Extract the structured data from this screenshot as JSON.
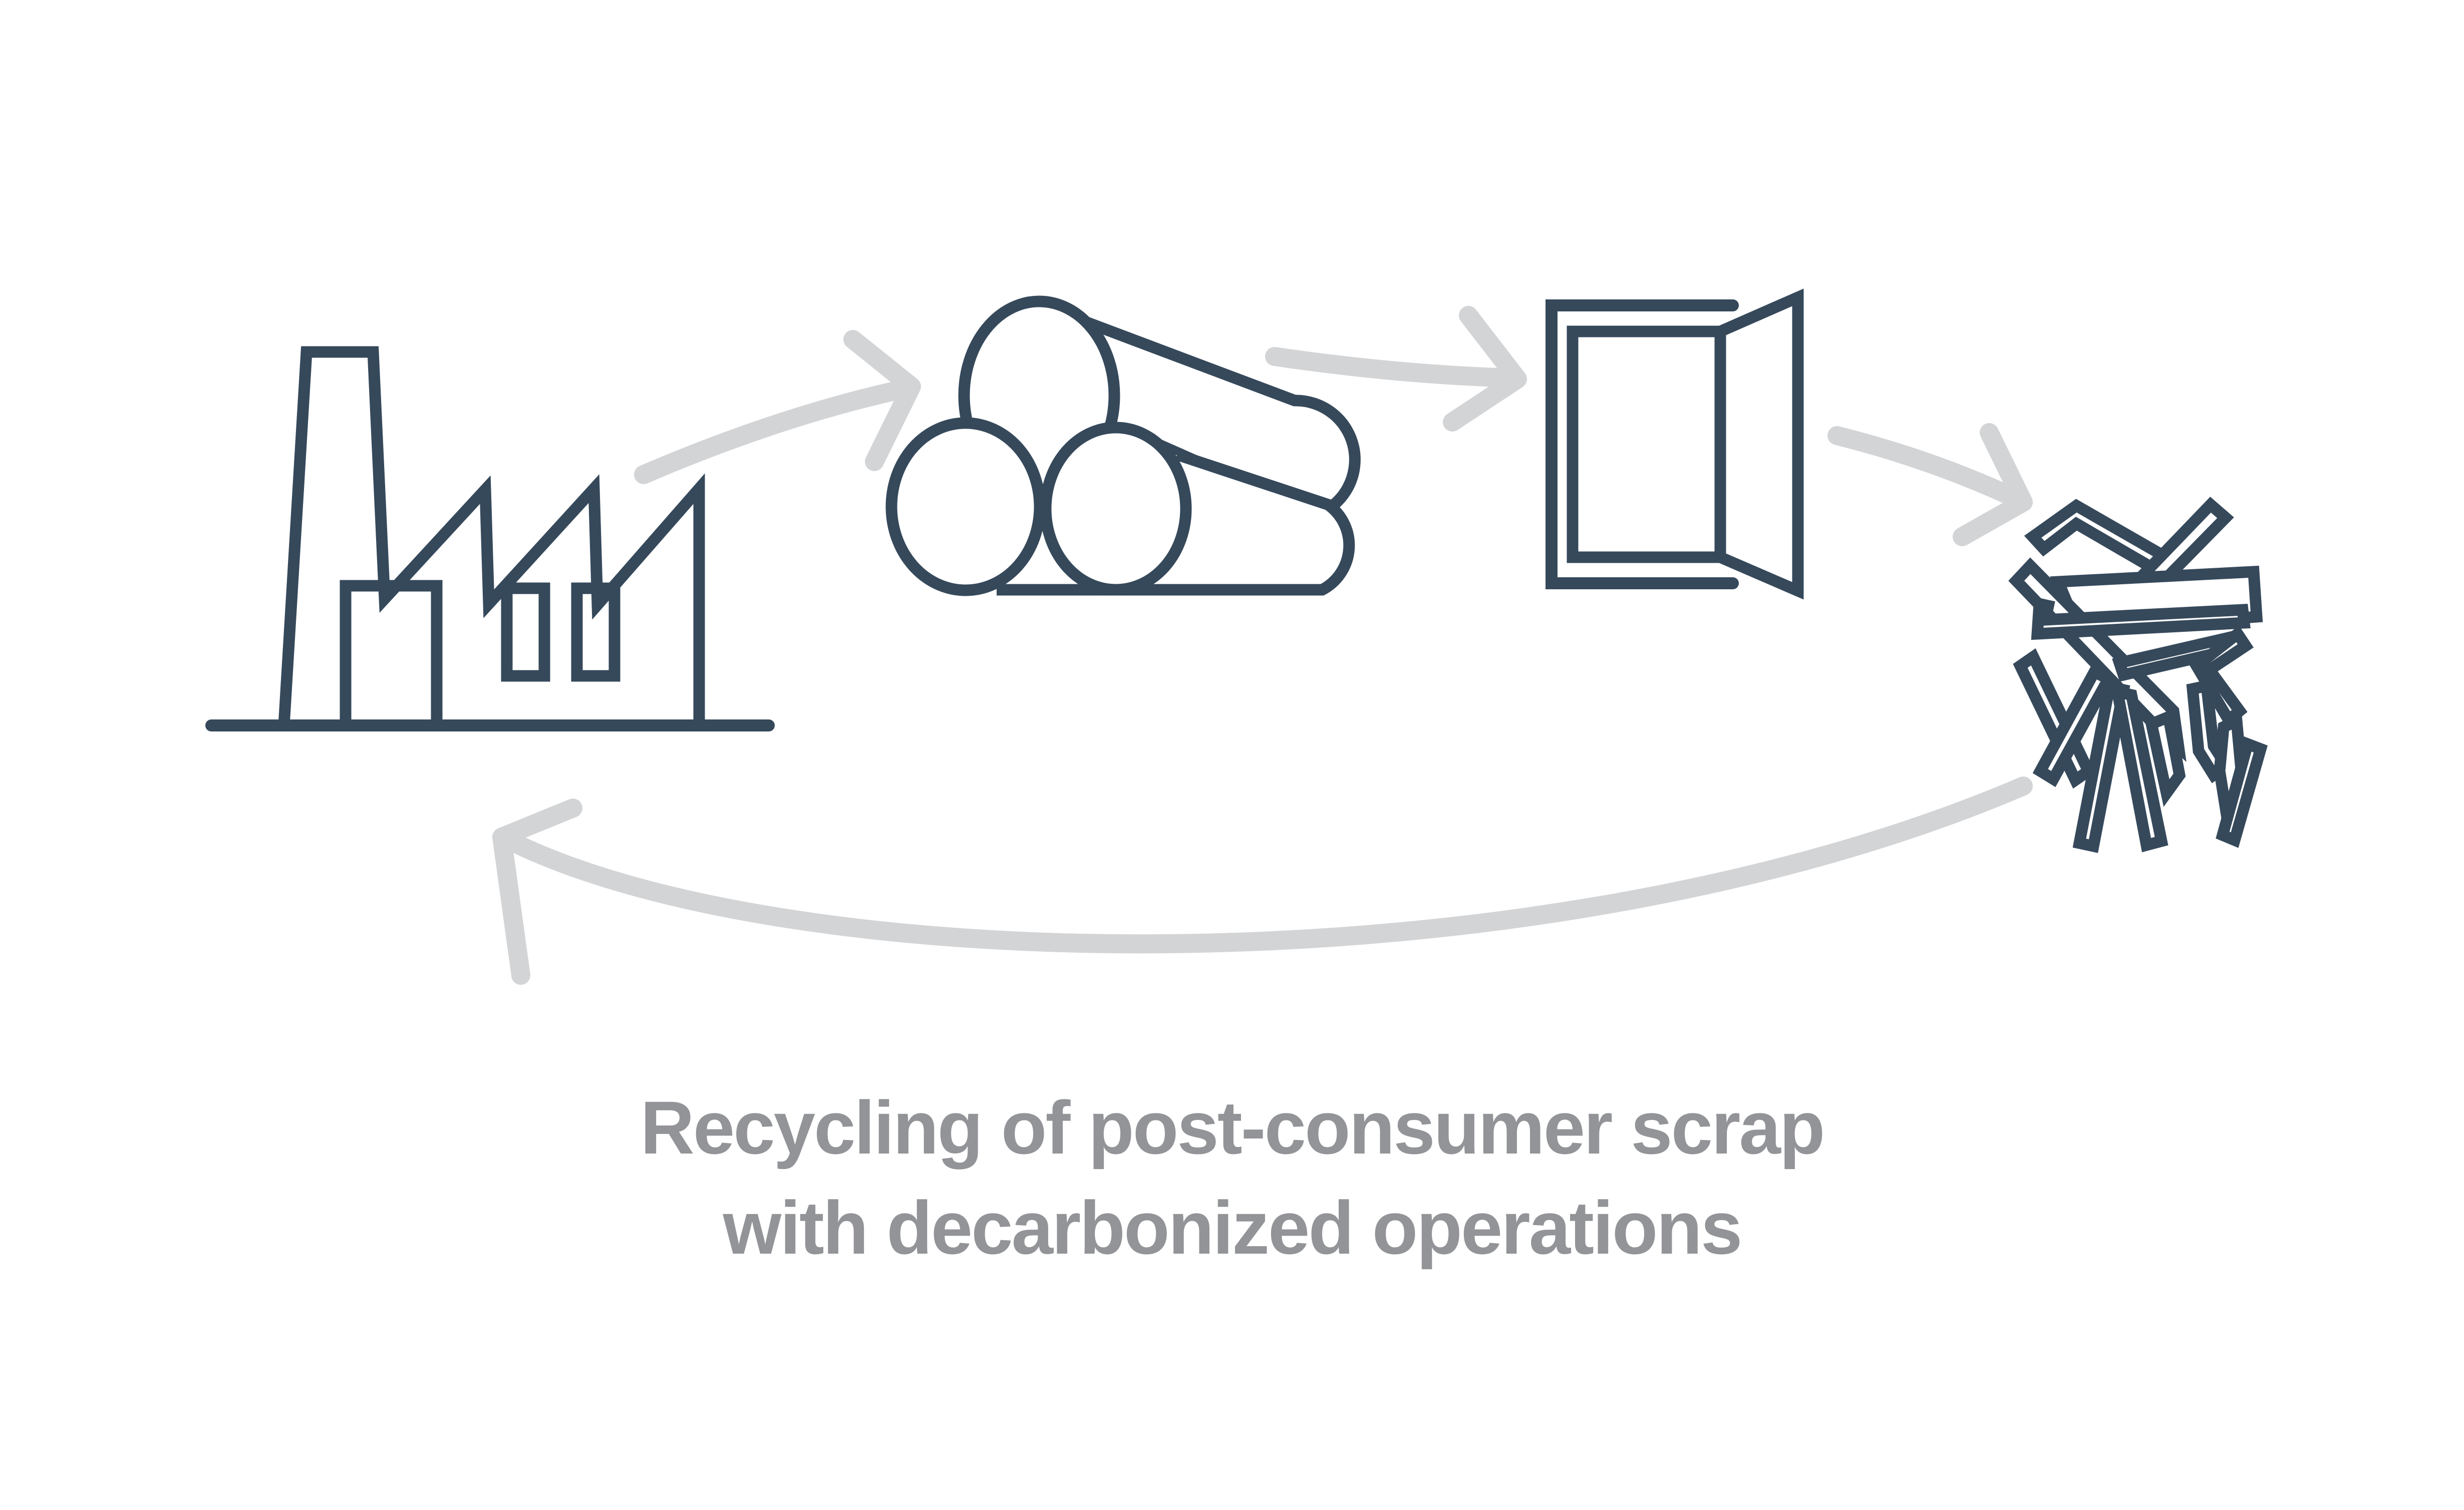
{
  "caption": {
    "line1": "Recycling of post-consumer scrap",
    "line2": "with decarbonized operations"
  },
  "diagram": {
    "type": "process-cycle",
    "steps": [
      {
        "icon": "factory-icon",
        "order": 1
      },
      {
        "icon": "billets-stack-icon",
        "order": 2
      },
      {
        "icon": "open-window-icon",
        "order": 3
      },
      {
        "icon": "scrap-pile-icon",
        "order": 4
      }
    ],
    "flow": [
      "factory-to-billets",
      "billets-to-window",
      "window-to-scrap",
      "scrap-back-to-factory"
    ]
  },
  "colors": {
    "icon_stroke": "#36495b",
    "arrow_gray": "#d3d4d6",
    "caption_gray": "#929497",
    "background": "#ffffff"
  }
}
